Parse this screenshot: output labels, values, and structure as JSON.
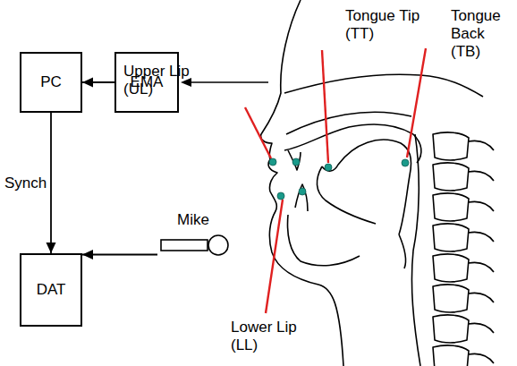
{
  "diagram": {
    "nodes": [
      {
        "text": [
          "PC"
        ]
      },
      {
        "text": [
          "EMA"
        ]
      },
      {
        "text": [
          "DAT"
        ]
      },
      {
        "text": [
          "Mike"
        ]
      }
    ],
    "edges": [
      {
        "from": 1,
        "to": 0,
        "arrow": "to"
      },
      {
        "from": 0,
        "to": 2,
        "label": "Synch",
        "arrow": "to"
      },
      {
        "from": 3,
        "to": 2,
        "arrow": "to"
      }
    ],
    "labels": [
      "Upper Lip (UL)",
      "Tongue Tip (TT)",
      "Tongue Back (TB)",
      "Lower Lip (LL)"
    ]
  }
}
